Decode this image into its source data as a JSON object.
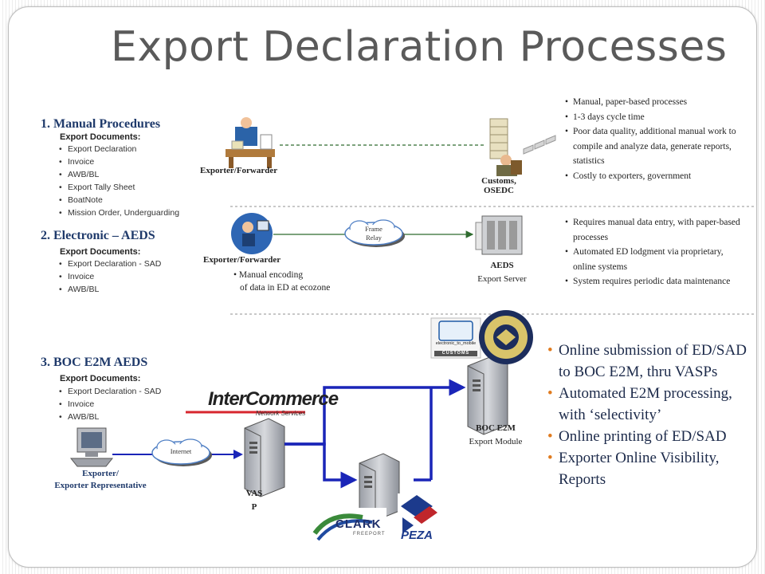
{
  "title": "Export Declaration Processes",
  "sections": [
    {
      "heading": "1. Manual Procedures",
      "docs_title": "Export Documents:",
      "docs": [
        "Export Declaration",
        "Invoice",
        "AWB/BL",
        "Export Tally Sheet",
        "BoatNote",
        "Mission Order, Underguarding"
      ]
    },
    {
      "heading": "2. Electronic – AEDS",
      "docs_title": "Export Documents:",
      "docs": [
        "Export Declaration - SAD",
        "Invoice",
        "AWB/BL"
      ]
    },
    {
      "heading": "3. BOC E2M AEDS",
      "docs_title": "Export Documents:",
      "docs": [
        "Export Declaration - SAD",
        "Invoice",
        "AWB/BL"
      ]
    }
  ],
  "manual": {
    "exporter_label": "Exporter/Forwarder",
    "customs_label_1": "Customs,",
    "customs_label_2": "OSEDC",
    "notes": [
      "Manual, paper-based processes",
      "1-3 days cycle time",
      "Poor data quality, additional manual work to compile and analyze data, generate reports, statistics",
      "Costly to exporters, government"
    ]
  },
  "electronic": {
    "exporter_label": "Exporter/Forwarder",
    "encoding_note_1": "Manual encoding",
    "encoding_note_2": "of data in ED at ecozone",
    "cloud_1": "Frame",
    "cloud_2": "Relay",
    "server_label_1": "AEDS",
    "server_label_2": "Export Server",
    "notes": [
      "Requires manual data entry, with paper-based processes",
      "Automated ED lodgment via proprietary, online systems",
      "System requires periodic data maintenance"
    ]
  },
  "e2m": {
    "exporter_label_1": "Exporter/",
    "exporter_label_2": "Exporter Representative",
    "cloud": "Internet",
    "vasp_1": "VAS",
    "vasp_2": "P",
    "boc_label_1": "BOC E2M",
    "boc_label_2": "Export Module",
    "intercommerce_1": "InterCommerce",
    "intercommerce_2": "Network Services",
    "e2m_logo_1": "electronic_to_mobile",
    "e2m_logo_2": "CUSTOMS",
    "clark_logo": "CLARK",
    "clark_sub": "FREEPORT",
    "peza_logo": "PEZA",
    "bullets": [
      "Online submission of ED/SAD to BOC E2M, thru VASPs",
      "Automated E2M processing, with ‘selectivity’",
      "Online printing of ED/SAD",
      "Exporter Online Visibility, Reports"
    ]
  }
}
